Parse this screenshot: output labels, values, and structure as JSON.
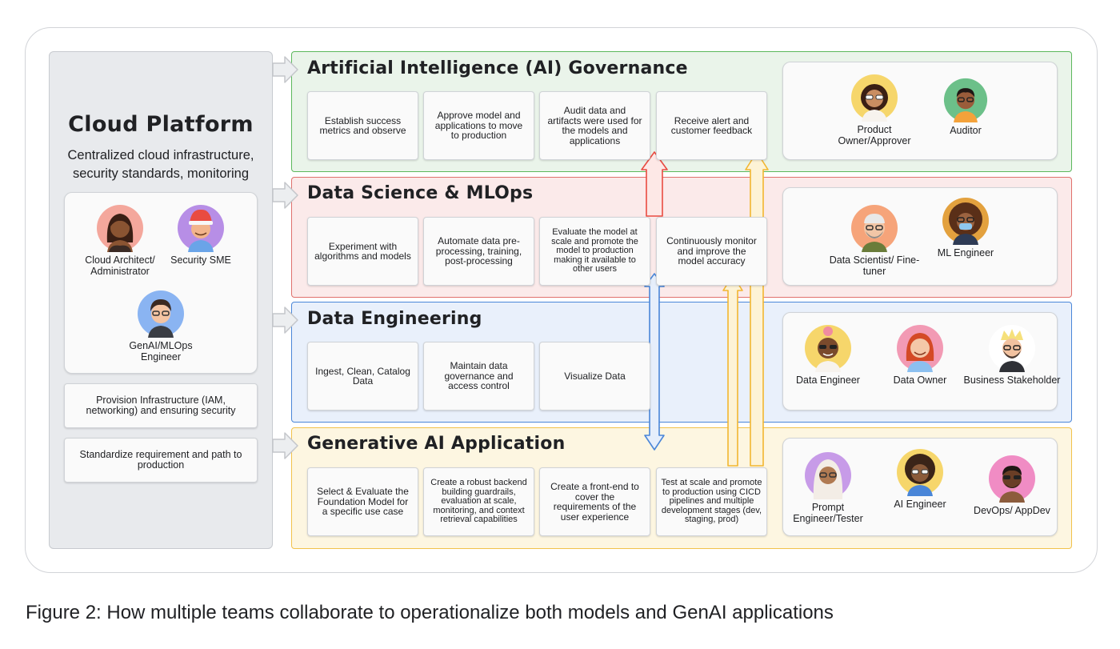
{
  "cloud_platform": {
    "title": "Cloud Platform",
    "subtitle_line1": "Centralized cloud infrastructure,",
    "subtitle_line2": "security standards, monitoring",
    "personas": [
      {
        "label": "Cloud Architect/ Administrator"
      },
      {
        "label": "Security SME"
      },
      {
        "label": "GenAI/MLOps Engineer"
      }
    ],
    "tasks": [
      {
        "label": "Provision Infrastructure (IAM, networking) and ensuring security"
      },
      {
        "label": "Standardize requirement and path to production"
      }
    ]
  },
  "bands": [
    {
      "title": "Artificial Intelligence (AI) Governance",
      "tasks": [
        "Establish success metrics and observe",
        "Approve model and applications to move to production",
        "Audit data and artifacts were used for the models and applications",
        "Receive alert and customer feedback"
      ],
      "personas": [
        "Product Owner/Approver",
        "Auditor"
      ]
    },
    {
      "title": "Data Science & MLOps",
      "tasks": [
        "Experiment with algorithms and models",
        "Automate data pre-processing, training, post-processing",
        "Evaluate the model at scale and promote the model to production making it available to other users",
        "Continuously monitor and improve the model accuracy"
      ],
      "personas": [
        "Data Scientist/ Fine-tuner",
        "ML Engineer"
      ]
    },
    {
      "title": "Data Engineering",
      "tasks": [
        "Ingest, Clean, Catalog Data",
        "Maintain data governance and access control",
        "Visualize Data"
      ],
      "personas": [
        "Data Engineer",
        "Data Owner",
        "Business Stakeholder"
      ]
    },
    {
      "title": "Generative AI Application",
      "tasks": [
        "Select & Evaluate the Foundation Model for a specific use case",
        "Create a robust backend building guardrails, evaluation at scale, monitoring, and context retrieval capabilities",
        "Create a front-end to cover the requirements of the user experience",
        "Test at scale and promote to production using CICD pipelines and multiple development stages (dev, staging, prod)"
      ],
      "personas": [
        "Prompt Engineer/Tester",
        "AI Engineer",
        "DevOps/ AppDev"
      ]
    }
  ],
  "caption": "Figure 2: How multiple teams collaborate to operationalize both models and GenAI applications",
  "colors": {
    "governance_fill": "#eaf4ea",
    "governance_border": "#5cb85c",
    "datascience_fill": "#fbeaea",
    "datascience_border": "#e0706c",
    "dataeng_fill": "#e9f0fb",
    "dataeng_border": "#4a86d8",
    "genai_fill": "#fdf6e1",
    "genai_border": "#f2c24b",
    "arrow_red": "#e94b41",
    "arrow_blue": "#4a86d8",
    "arrow_yellow": "#f2b630",
    "arrow_gray": "#c4c6ca"
  }
}
